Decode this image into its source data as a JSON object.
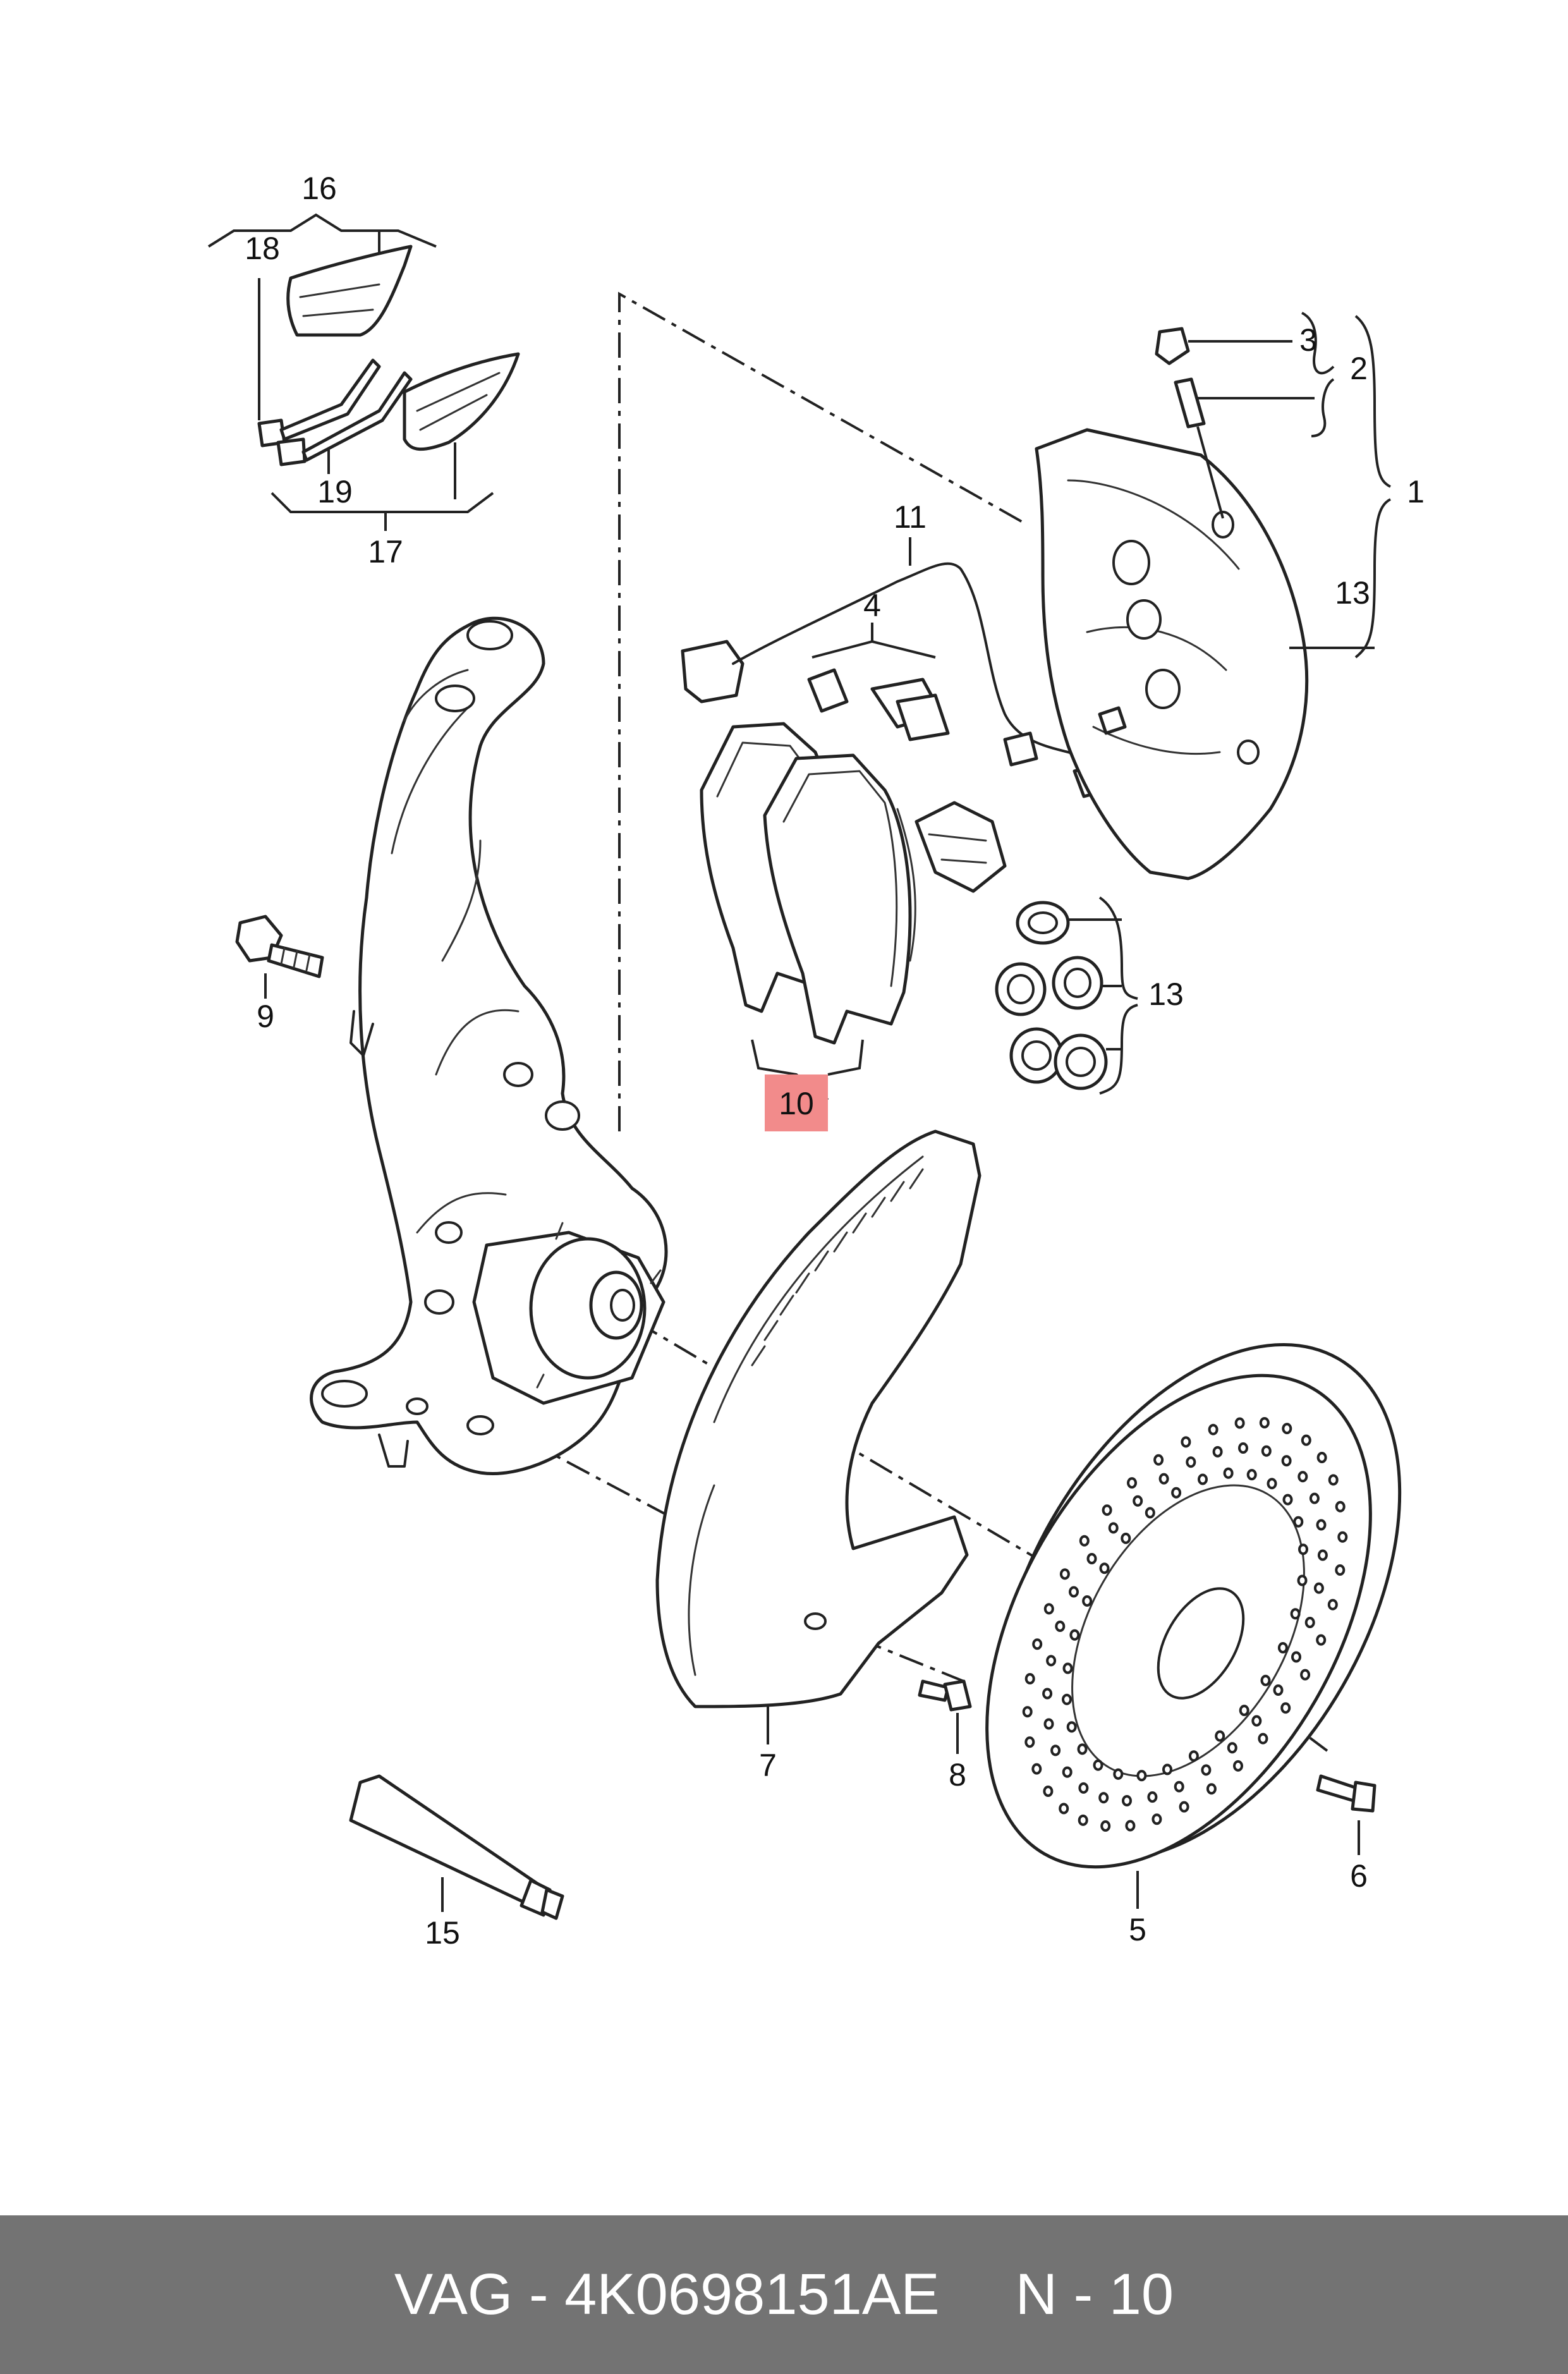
{
  "callouts": {
    "c1": "1",
    "c2": "2",
    "c3": "3",
    "c4": "4",
    "c5": "5",
    "c6": "6",
    "c7": "7",
    "c8": "8",
    "c9": "9",
    "c10": "10",
    "c11": "11",
    "c13a": "13",
    "c13b": "13",
    "c15": "15",
    "c16": "16",
    "c17": "17",
    "c18": "18",
    "c19": "19"
  },
  "highlight": {
    "part_number": "10",
    "color": "#f28b8b"
  },
  "footer": {
    "brand": "VAG",
    "separator": "-",
    "part_code": "4K0698151AE",
    "position_label": "N - 10"
  },
  "colors": {
    "footer_background": "#737373",
    "footer_text": "#ffffff"
  }
}
